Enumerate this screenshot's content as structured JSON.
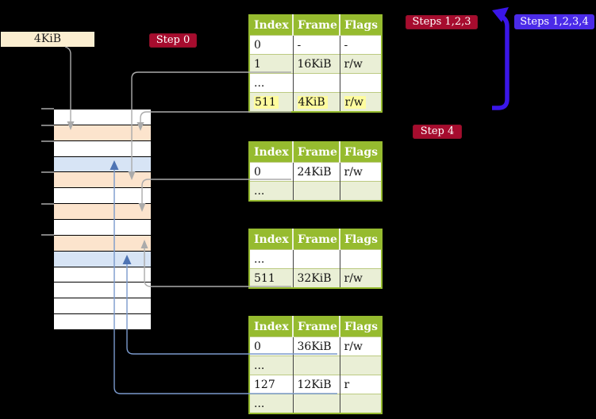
{
  "colors": {
    "table-header-green": "#96BB2F",
    "table-row-green": "#EAEFD6",
    "table-border-dark": "#404040",
    "table-row-divider": "#BCCA82",
    "highlight-yellow": "#FEFC9E",
    "badge-red": "#A60C2E",
    "badge-blue": "#4B2BE8",
    "bold-arrow-blue": "#3A16E8",
    "arrow-gray": "#ABABAB",
    "arrow-steel": "#7A99CC",
    "arrowhead-steel": "#4E74B4",
    "frame-peach": "#FCE4CD",
    "frame-lightblue": "#D7E4F5",
    "label-cream": "#FBEED0",
    "tick-gray": "#7F7F7F"
  },
  "labels": {
    "page_size": "4KiB"
  },
  "badges": {
    "step0": "Step 0",
    "steps123": "Steps 1,2,3",
    "steps1234": "Steps 1,2,3,4",
    "step4": "Step 4"
  },
  "tables": [
    {
      "headers": [
        "Index",
        "Frame",
        "Flags"
      ],
      "rows": [
        {
          "cells": [
            "0",
            "-",
            "-"
          ]
        },
        {
          "cells": [
            "1",
            "16KiB",
            "r/w"
          ]
        },
        {
          "cells": [
            "...",
            "",
            ""
          ]
        },
        {
          "cells": [
            "511",
            "4KiB",
            "r/w"
          ],
          "highlight": true
        }
      ]
    },
    {
      "headers": [
        "Index",
        "Frame",
        "Flags"
      ],
      "rows": [
        {
          "cells": [
            "0",
            "24KiB",
            "r/w"
          ]
        },
        {
          "cells": [
            "...",
            "",
            ""
          ]
        }
      ]
    },
    {
      "headers": [
        "Index",
        "Frame",
        "Flags"
      ],
      "rows": [
        {
          "cells": [
            "...",
            "",
            ""
          ]
        },
        {
          "cells": [
            "511",
            "32KiB",
            "r/w"
          ]
        }
      ]
    },
    {
      "headers": [
        "Index",
        "Frame",
        "Flags"
      ],
      "rows": [
        {
          "cells": [
            "0",
            "36KiB",
            "r/w"
          ]
        },
        {
          "cells": [
            "...",
            "",
            ""
          ]
        },
        {
          "cells": [
            "127",
            "12KiB",
            "r"
          ]
        },
        {
          "cells": [
            "...",
            "",
            ""
          ]
        }
      ]
    }
  ],
  "memory": {
    "rows": [
      "white",
      "peach",
      "white",
      "lightblue",
      "peach",
      "white",
      "peach",
      "white",
      "peach",
      "lightblue",
      "white",
      "white",
      "white",
      "white"
    ]
  }
}
